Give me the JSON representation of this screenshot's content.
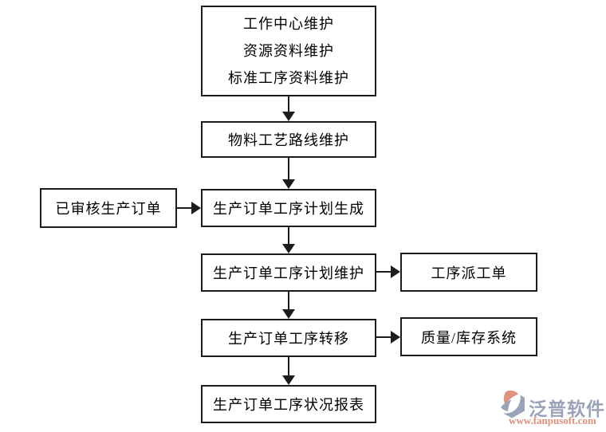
{
  "diagram": {
    "title_hint": "production-operation-process-flowchart",
    "top_box": {
      "line1": "工作中心维护",
      "line2": "资源资料维护",
      "line3": "标准工序资料维护"
    },
    "routing_box": "物料工艺路线维护",
    "approved_order_box": "已审核生产订单",
    "plan_generate_box": "生产订单工序计划生成",
    "plan_maintain_box": "生产订单工序计划维护",
    "dispatch_box": "工序派工单",
    "transfer_box": "生产订单工序转移",
    "quality_inventory_box": "质量/库存系统",
    "status_report_box": "生产订单工序状况报表"
  },
  "watermark": {
    "brand": "泛普软件",
    "url": "www.fanpusoft.com",
    "brand_color": "#9aa3b8",
    "url_color": "#dd8f7a",
    "icon_gray": "#9aa3b8",
    "icon_salmon": "#de937e"
  }
}
